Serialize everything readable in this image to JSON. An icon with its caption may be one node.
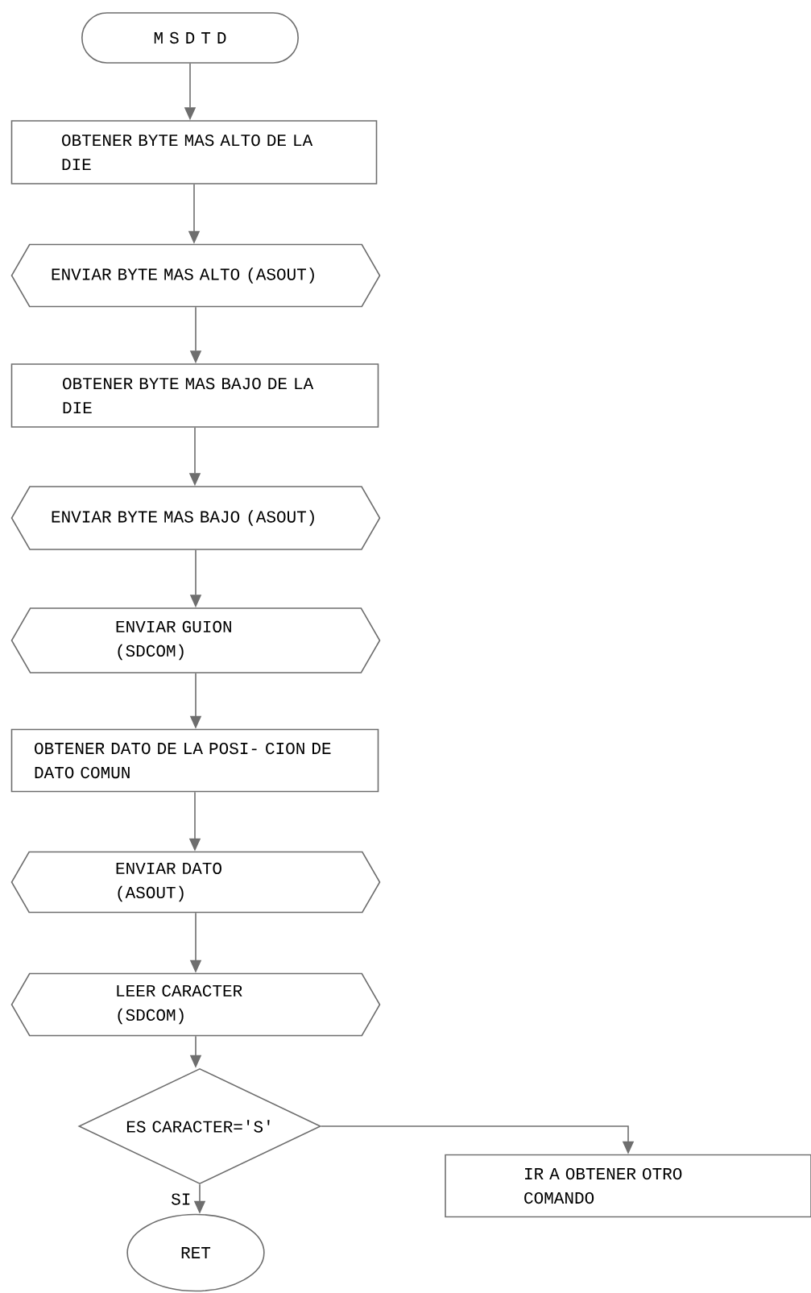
{
  "diagram": {
    "nodes": [
      {
        "text": [
          "M S D T D"
        ]
      },
      {
        "text": [
          "OBTENER BYTE MAS ALTO DE LA DIE"
        ]
      },
      {
        "text": [
          "ENVIAR BYTE MAS ALTO (ASOUT)"
        ]
      },
      {
        "text": [
          "OBTENER BYTE MAS BAJO DE LA DIE"
        ]
      },
      {
        "text": [
          "ENVIAR BYTE MAS BAJO (ASOUT)"
        ]
      },
      {
        "text": [
          "ENVIAR GUION (SDCOM)"
        ]
      },
      {
        "text": [
          "OBTENER DATO DE LA POSI- CION DE DATO COMUN"
        ]
      },
      {
        "text": [
          "ENVIAR DATO (ASOUT)"
        ]
      },
      {
        "text": [
          "LEER CARACTER (SDCOM)"
        ]
      },
      {
        "text": [
          "ES CARACTER='S'"
        ]
      },
      {
        "text": [
          "RET"
        ]
      },
      {
        "text": [
          "IR A OBTENER OTRO COMANDO"
        ]
      }
    ],
    "edges": [
      {
        "from": 0,
        "to": 1,
        "arrow": "to"
      },
      {
        "from": 1,
        "to": 2,
        "arrow": "to"
      },
      {
        "from": 2,
        "to": 3,
        "arrow": "to"
      },
      {
        "from": 3,
        "to": 4,
        "arrow": "to"
      },
      {
        "from": 4,
        "to": 5,
        "arrow": "to"
      },
      {
        "from": 5,
        "to": 6,
        "arrow": "to"
      },
      {
        "from": 6,
        "to": 7,
        "arrow": "to"
      },
      {
        "from": 7,
        "to": 8,
        "arrow": "to"
      },
      {
        "from": 8,
        "to": 9,
        "arrow": "to"
      },
      {
        "from": 9,
        "to": 10,
        "arrow": "to",
        "label": "SI"
      },
      {
        "from": 9,
        "to": 11,
        "arrow": "to"
      }
    ]
  }
}
